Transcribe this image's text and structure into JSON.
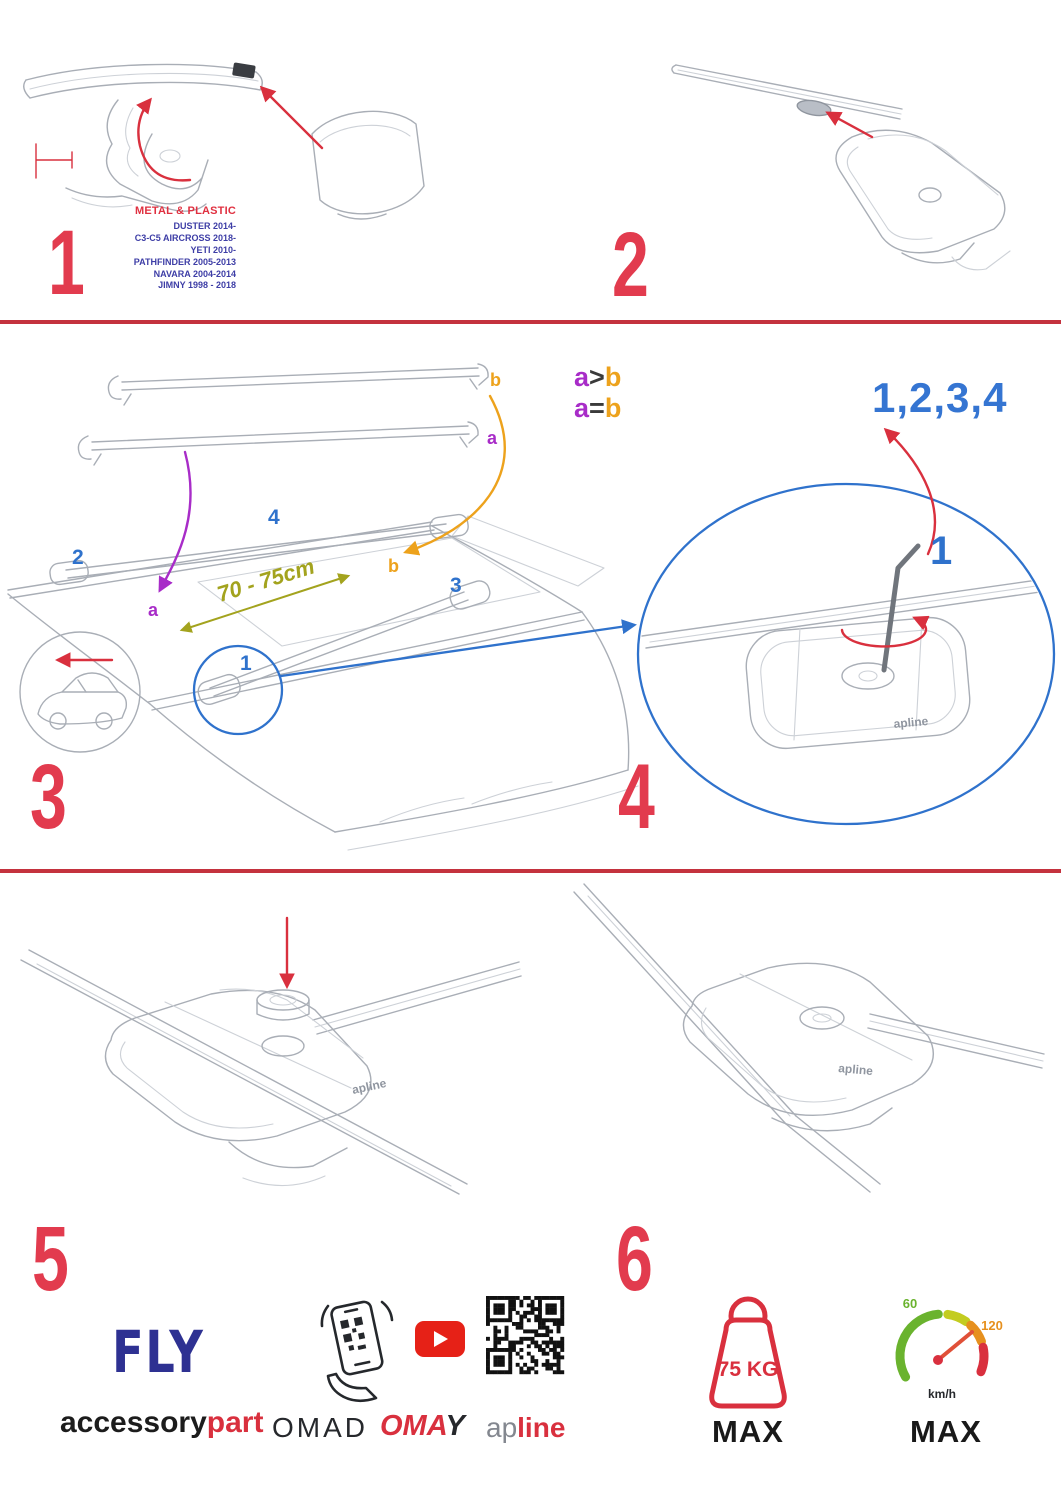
{
  "colors": {
    "accent_red": "#d9303e",
    "accent_blue": "#2f72cc",
    "purple": "#a82cc8",
    "orange": "#eda21c",
    "olive": "#a3a31e",
    "navy": "#2e3192"
  },
  "brand": {
    "name": "apline"
  },
  "steps": {
    "s1": {
      "number": "1",
      "title": "METAL & PLASTIC",
      "models": [
        "DUSTER 2014-",
        "C3-C5 AIRCROSS 2018-",
        "YETI 2010-",
        "PATHFINDER 2005-2013",
        "NAVARA 2004-2014",
        "JIMNY 1998 - 2018"
      ]
    },
    "s2": {
      "number": "2"
    },
    "s3": {
      "number": "3",
      "dimension": "70 - 75cm",
      "bar_labels": {
        "a": "a",
        "b": "b"
      },
      "positions": {
        "p1": "1",
        "p2": "2",
        "p3": "3",
        "p4": "4"
      },
      "legend": [
        {
          "a": "a",
          "op": ">",
          "b": "b"
        },
        {
          "a": "a",
          "op": "=",
          "b": "b"
        }
      ]
    },
    "s4": {
      "number": "4",
      "sequence": "1,2,3,4",
      "step_label": "1"
    },
    "s5": {
      "number": "5"
    },
    "s6": {
      "number": "6"
    }
  },
  "footer": {
    "fly": "FLY",
    "accessorypart": {
      "black": "accessory",
      "red": "part"
    },
    "omad": "OMAD",
    "omay": {
      "red": "OMA",
      "dark": "Y"
    },
    "apline": {
      "gray": "ap",
      "red": "line"
    },
    "weight": {
      "value": "75 KG",
      "max": "MAX"
    },
    "speed": {
      "low": "60",
      "high": "120",
      "unit": "km/h",
      "max": "MAX"
    }
  }
}
